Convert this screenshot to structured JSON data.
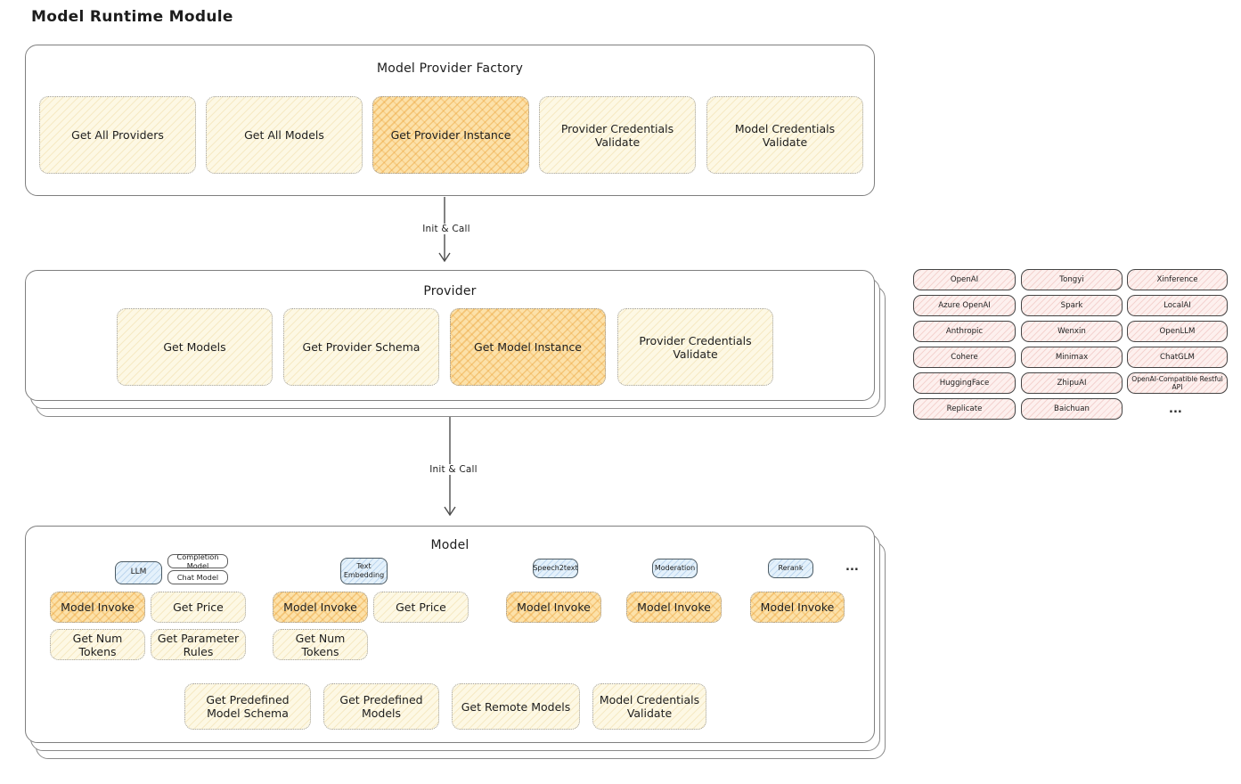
{
  "page_title": "Model Runtime Module",
  "colors": {
    "highlight_orange": "#f2a64a",
    "node_cream": "#fdf8e4",
    "tag_blue": "#e4f1fb",
    "provider_pink": "#fdf0ee",
    "text": "#1d1d1d"
  },
  "factory": {
    "title": "Model Provider Factory",
    "items": [
      {
        "label": "Get All Providers"
      },
      {
        "label": "Get All Models"
      },
      {
        "label": "Get Provider Instance"
      },
      {
        "label": "Provider Credentials Validate"
      },
      {
        "label": "Model Credentials Validate"
      }
    ]
  },
  "arrows": [
    {
      "label": "Init & Call"
    },
    {
      "label": "Init & Call"
    }
  ],
  "provider": {
    "title": "Provider",
    "items": [
      {
        "label": "Get Models"
      },
      {
        "label": "Get Provider Schema"
      },
      {
        "label": "Get Model Instance"
      },
      {
        "label": "Provider Credentials Validate"
      }
    ]
  },
  "provider_grid": {
    "columns": [
      [
        "OpenAI",
        "Azure OpenAI",
        "Anthropic",
        "Cohere",
        "HuggingFace",
        "Replicate"
      ],
      [
        "Tongyi",
        "Spark",
        "Wenxin",
        "Minimax",
        "ZhipuAI",
        "Baichuan"
      ],
      [
        "Xinference",
        "LocalAI",
        "OpenLLM",
        "ChatGLM",
        "OpenAI-Compatible Restful API"
      ]
    ],
    "more": "..."
  },
  "model": {
    "title": "Model",
    "tags": {
      "llm": "LLM",
      "completion_model": "Completion Model",
      "chat_model": "Chat Model",
      "text_embedding": "Text Embedding",
      "speech2text": "Speech2text",
      "moderation": "Moderation",
      "rerank": "Rerank",
      "more": "..."
    },
    "llm_ops": {
      "invoke": "Model Invoke",
      "get_price": "Get Price",
      "get_num_tokens": "Get Num Tokens",
      "get_parameter_rules": "Get Parameter Rules"
    },
    "embedding_ops": {
      "invoke": "Model Invoke",
      "get_price": "Get Price",
      "get_num_tokens": "Get Num Tokens"
    },
    "speech2text_ops": {
      "invoke": "Model Invoke"
    },
    "moderation_ops": {
      "invoke": "Model Invoke"
    },
    "rerank_ops": {
      "invoke": "Model Invoke"
    },
    "shared_ops": [
      {
        "label": "Get Predefined Model Schema"
      },
      {
        "label": "Get Predefined Models"
      },
      {
        "label": "Get Remote Models"
      },
      {
        "label": "Model Credentials Validate"
      }
    ]
  }
}
